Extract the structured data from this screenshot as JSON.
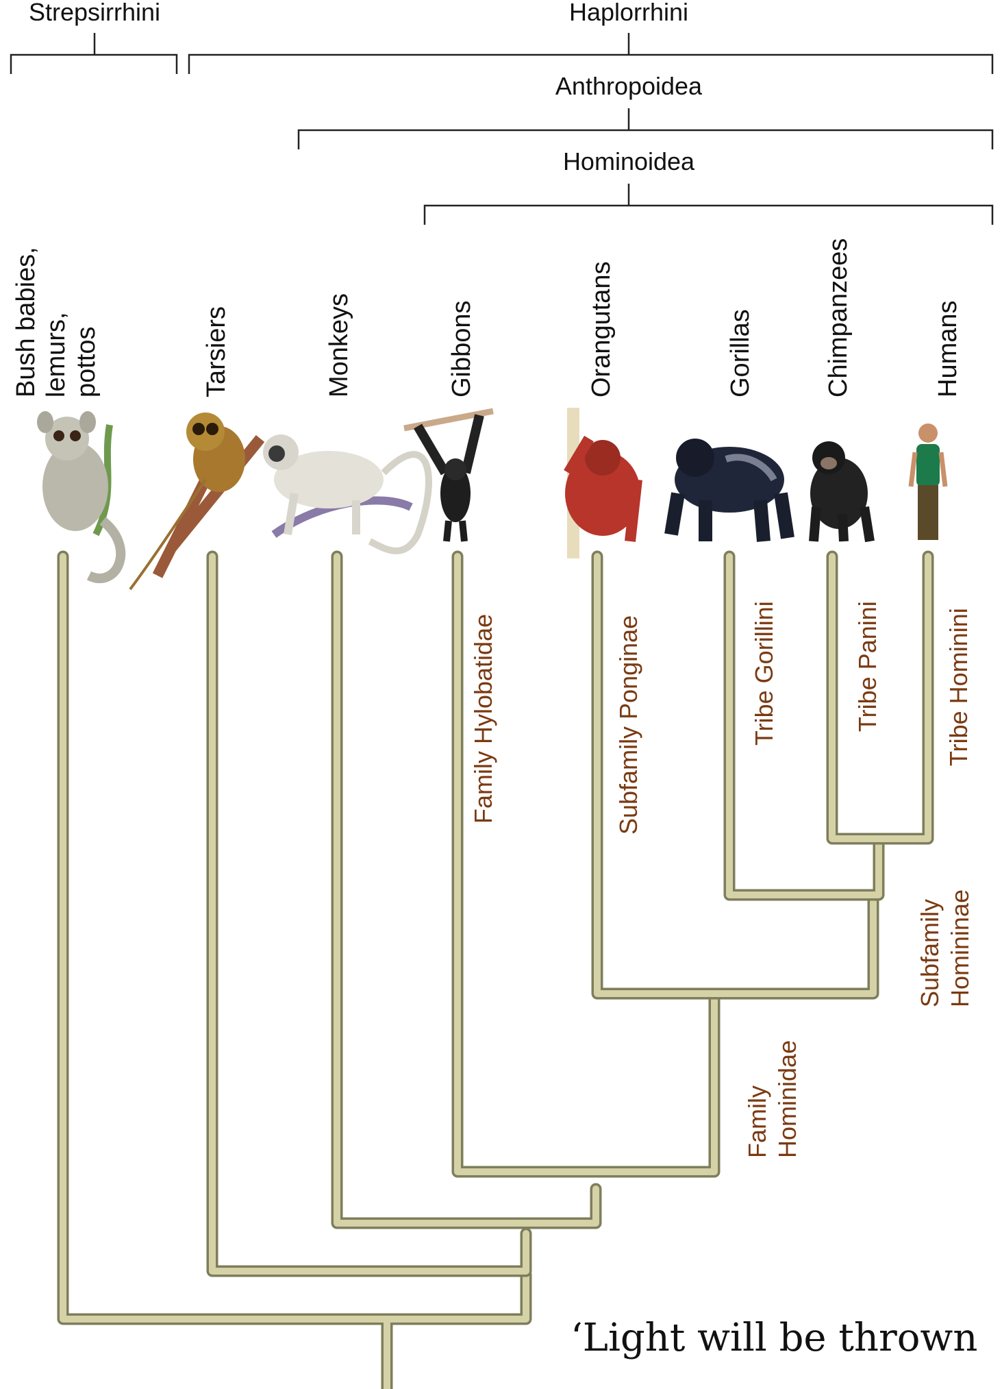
{
  "brackets": {
    "strepsirrhini": "Strepsirrhini",
    "haplorrhini": "Haplorrhini",
    "anthropoidea": "Anthropoidea",
    "hominoidea": "Hominoidea"
  },
  "tips": {
    "bushbabies": [
      "Bush babies,",
      "lemurs,",
      "pottos"
    ],
    "tarsiers": "Tarsiers",
    "monkeys": "Monkeys",
    "gibbons": "Gibbons",
    "orangutans": "Orangutans",
    "gorillas": "Gorillas",
    "chimpanzees": "Chimpanzees",
    "humans": "Humans"
  },
  "taxa": {
    "hylobatidae": "Family Hylobatidae",
    "ponginae": "Subfamily Ponginae",
    "gorillini": "Tribe Gorillini",
    "panini": "Tribe Panini",
    "hominini": "Tribe Hominini",
    "homininae": [
      "Subfamily",
      "Homininae"
    ],
    "hominidae": [
      "Family",
      "Hominidae"
    ]
  },
  "quote": "‘Light will be thrown"
}
